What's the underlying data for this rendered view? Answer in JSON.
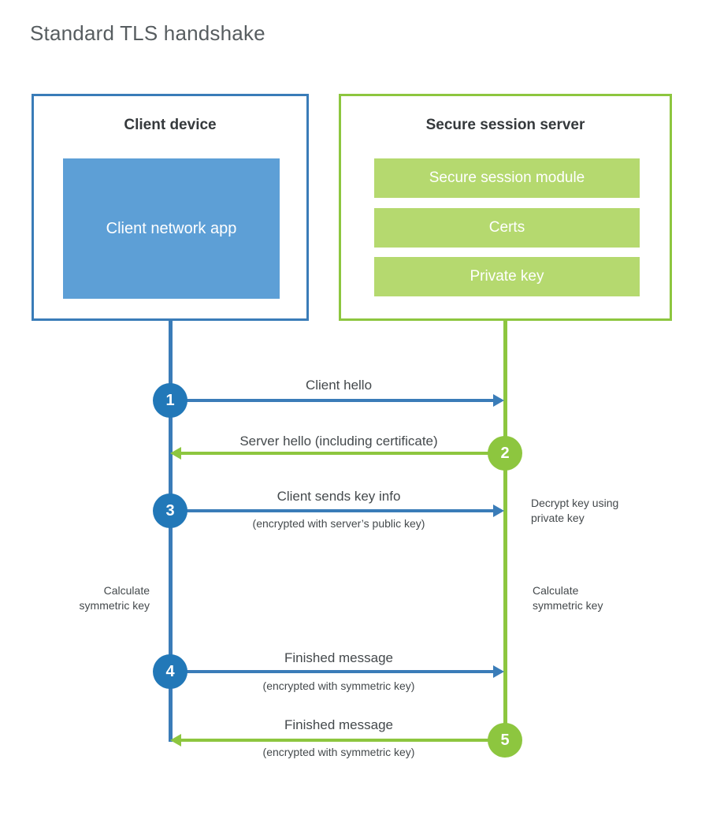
{
  "title": "Standard TLS handshake",
  "actors": {
    "client": {
      "title": "Client device",
      "components": [
        {
          "label": "Client network app"
        }
      ]
    },
    "server": {
      "title": "Secure session server",
      "components": [
        {
          "label": "Secure session module"
        },
        {
          "label": "Certs"
        },
        {
          "label": "Private key"
        }
      ]
    }
  },
  "steps": [
    {
      "number": "1",
      "label": "Client hello",
      "sublabel": "",
      "direction": "client-to-server",
      "color": "#2278b8"
    },
    {
      "number": "2",
      "label": "Server hello (including certificate)",
      "sublabel": "",
      "direction": "server-to-client",
      "color": "#8dc63f"
    },
    {
      "number": "3",
      "label": "Client sends key info",
      "sublabel": "(encrypted with server’s public key)",
      "direction": "client-to-server",
      "color": "#2278b8"
    },
    {
      "number": "4",
      "label": "Finished message",
      "sublabel": "(encrypted with symmetric key)",
      "direction": "client-to-server",
      "color": "#2278b8"
    },
    {
      "number": "5",
      "label": "Finished message",
      "sublabel": "(encrypted with symmetric key)",
      "direction": "server-to-client",
      "color": "#8dc63f"
    }
  ],
  "annotations": {
    "decrypt_key": "Decrypt key using\nprivate key",
    "calculate_symmetric_key_client": "Calculate\nsymmetric key",
    "calculate_symmetric_key_server": "Calculate\nsymmetric key"
  },
  "colors": {
    "client_border": "#3a7cb8",
    "client_fill": "#5d9fd6",
    "server_border": "#8dc63f",
    "server_fill": "#b5d96f",
    "blue_circle": "#2278b8",
    "green_circle": "#8dc63f",
    "title_text": "#575d60",
    "body_text": "#44494c",
    "background": "#ffffff"
  }
}
